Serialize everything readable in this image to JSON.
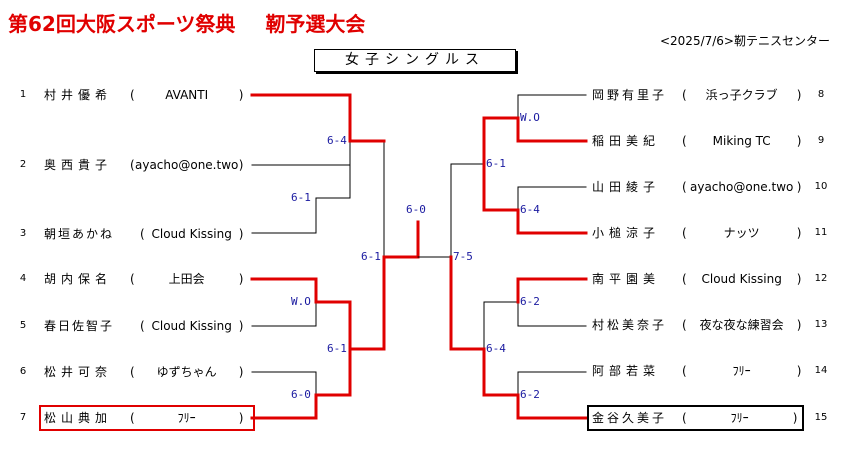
{
  "header": {
    "title_part1": "第62回大阪スポーツ祭典",
    "title_part2": "靭予選大会",
    "date_venue": "<2025/7/6>靭テニスセンター",
    "event": "女子シングルス"
  },
  "colors": {
    "winner_line": "#e00000",
    "loser_line": "#000000",
    "score_text": "#1a1aa0",
    "title": "#e00000"
  },
  "left_players": [
    {
      "num": "1",
      "name": "村井優希",
      "club": "AVANTI"
    },
    {
      "num": "2",
      "name": "奥西貴子",
      "club": "ayacho@one.two"
    },
    {
      "num": "3",
      "name": "朝垣あかね",
      "club": "Cloud Kissing"
    },
    {
      "num": "4",
      "name": "胡内保名",
      "club": "上田会"
    },
    {
      "num": "5",
      "name": "春日佐智子",
      "club": "Cloud Kissing"
    },
    {
      "num": "6",
      "name": "松井可奈",
      "club": "ゆずちゃん"
    },
    {
      "num": "7",
      "name": "松山典加",
      "club": "ﾌﾘｰ"
    }
  ],
  "right_players": [
    {
      "num": "8",
      "name": "岡野有里子",
      "club": "浜っ子クラブ"
    },
    {
      "num": "9",
      "name": "稲田美紀",
      "club": "Miking TC"
    },
    {
      "num": "10",
      "name": "山田綾子",
      "club": "ayacho@one.two"
    },
    {
      "num": "11",
      "name": "小槌涼子",
      "club": "ナッツ"
    },
    {
      "num": "12",
      "name": "南平園美",
      "club": "Cloud Kissing"
    },
    {
      "num": "13",
      "name": "村松美奈子",
      "club": "夜な夜な練習会"
    },
    {
      "num": "14",
      "name": "阿部若菜",
      "club": "ﾌﾘｰ"
    },
    {
      "num": "15",
      "name": "金谷久美子",
      "club": "ﾌﾘｰ"
    }
  ],
  "scores": {
    "l_r1_2_3": "6-1",
    "l_r1_4_5": "W.O",
    "l_r1_6_7": "6-0",
    "l_r2_top": "6-4",
    "l_r2_bottom": "6-1",
    "l_semi": "6-1",
    "final": "6-0",
    "r_semi": "7-5",
    "r_r1_8_9": "W.O",
    "r_r1_10_11": "6-4",
    "r_r1_12_13": "6-2",
    "r_r1_14_15": "6-2",
    "r_r2_top": "6-1",
    "r_r2_bottom": "6-4"
  }
}
